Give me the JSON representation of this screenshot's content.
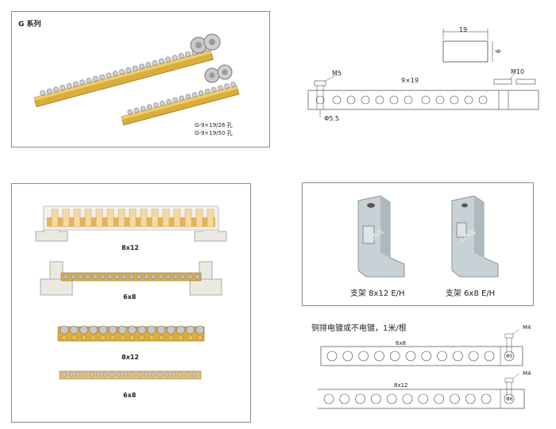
{
  "g_series": {
    "title": "G 系列",
    "spec1": "G-9×19/26 孔",
    "spec2": "G-9×19/50 孔"
  },
  "g_drawing": {
    "dim_width": "19",
    "dim_height": "9",
    "label_m5": "M5",
    "label_size": "9×19",
    "label_m10": "M10",
    "label_hole": "Φ5.5"
  },
  "bars_panel": {
    "label_8x12_top": "8x12",
    "label_6x8_top": "6x8",
    "label_8x12_bottom": "8x12",
    "label_6x8_bottom": "6x8"
  },
  "brackets": {
    "watermark": "LINN",
    "label_8x12": "支架 8x12 E/H",
    "label_6x8": "支架 6x8 E/H"
  },
  "copper_drawing": {
    "note": "铜排电镀或不电镀，1米/根",
    "bar1_label": "6x8",
    "bar1_screw": "M4",
    "bar1_hole": "Φ5",
    "bar2_label": "8x12",
    "bar2_screw": "M4",
    "bar2_hole": "Φ6"
  }
}
